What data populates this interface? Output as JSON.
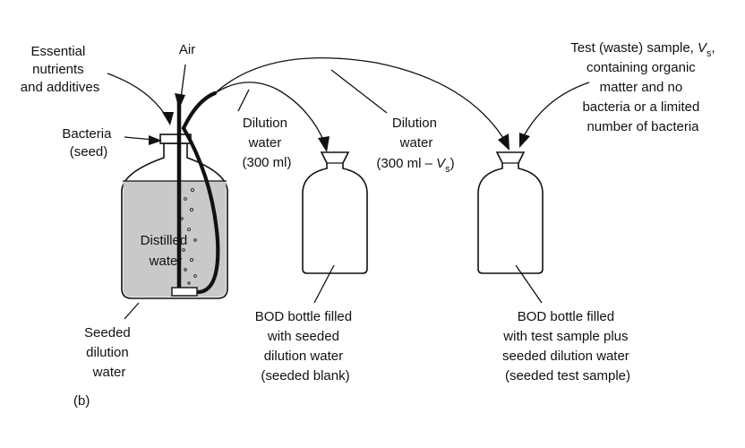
{
  "figure": {
    "panel_label": "(b)",
    "inputs": {
      "nutrients": [
        "Essential",
        "nutrients",
        "and additives"
      ],
      "air": "Air",
      "bacteria": [
        "Bacteria",
        "(seed)"
      ]
    },
    "jug": {
      "contents": [
        "Distilled",
        "water"
      ],
      "caption": [
        "Seeded",
        "dilution",
        "water"
      ],
      "fill_color": "#c9c9c9"
    },
    "dilution_1": {
      "lines": [
        "Dilution",
        "water",
        "(300 ml)"
      ]
    },
    "dilution_2": {
      "lines": [
        "Dilution",
        "water"
      ],
      "volume_prefix": "(300 ml – ",
      "volume_var": "V",
      "volume_sub": "s",
      "volume_suffix": ")"
    },
    "test_sample": {
      "line1_text": "Test (waste) sample, ",
      "line1_var": "V",
      "line1_sub": "s",
      "line1_end": ",",
      "lines": [
        "containing organic",
        "matter and no",
        "bacteria or a limited",
        "number of bacteria"
      ]
    },
    "bottle_blank": {
      "caption": [
        "BOD bottle filled",
        "with seeded",
        "dilution water",
        "(seeded blank)"
      ]
    },
    "bottle_test": {
      "caption": [
        "BOD bottle filled",
        "with test sample plus",
        "seeded dilution water",
        "(seeded test sample)"
      ]
    }
  }
}
